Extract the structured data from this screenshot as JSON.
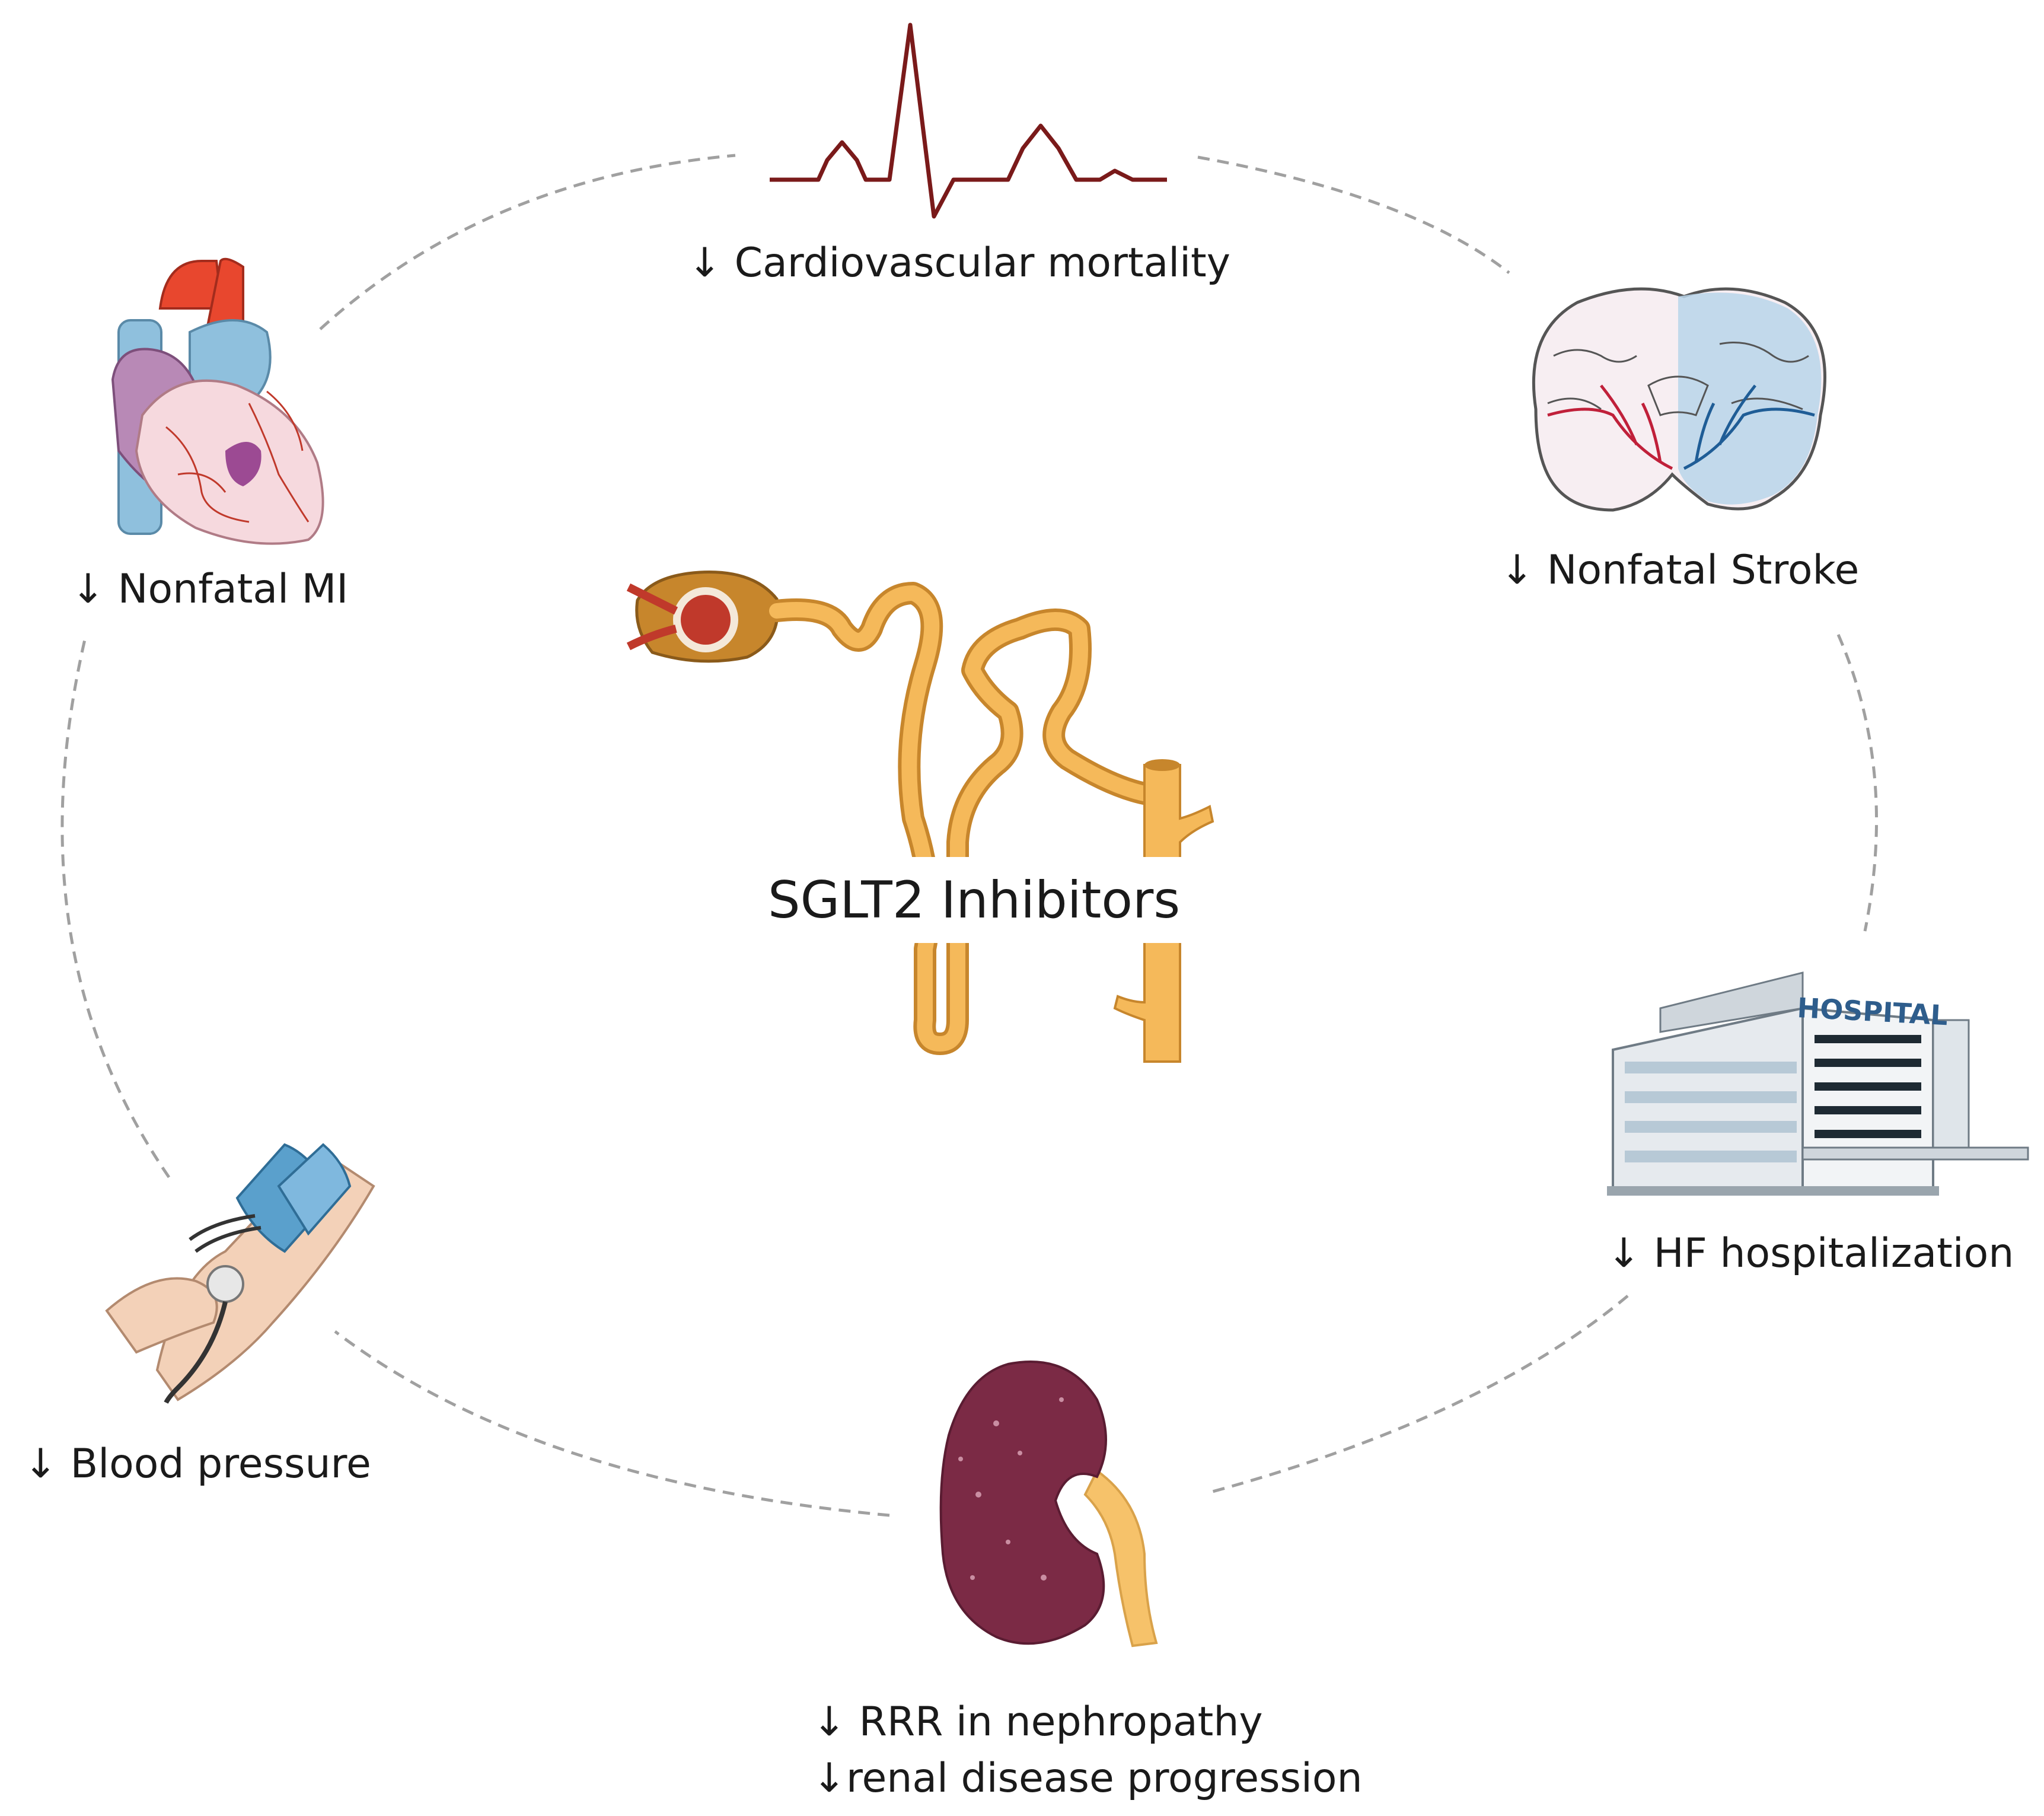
{
  "center": {
    "title": "SGLT2 Inhibitors"
  },
  "outcomes": {
    "cv_mortality": "↓ Cardiovascular mortality",
    "nonfatal_mi": "↓ Nonfatal MI",
    "nonfatal_stroke": "↓ Nonfatal Stroke",
    "hf_hospitalization": "↓ HF hospitalization",
    "blood_pressure": "↓ Blood pressure",
    "rrr_nephropathy": "↓ RRR in nephropathy",
    "renal_progression": "↓renal disease progression"
  },
  "hospital_sign": "HOSPITAL",
  "colors": {
    "ecg": "#7a1a1a",
    "tubule": "#f5b95a",
    "tubule_outline": "#c7862c",
    "kidney": "#7b2a45",
    "heart_red": "#e8472e",
    "vessel_blue": "#7fb3d5",
    "dashed_circle": "#a0a0a0"
  },
  "icons": [
    "ecg-icon",
    "heart-icon",
    "brain-icon",
    "hospital-icon",
    "kidney-icon",
    "blood-pressure-cuff-icon",
    "nephron-icon"
  ]
}
